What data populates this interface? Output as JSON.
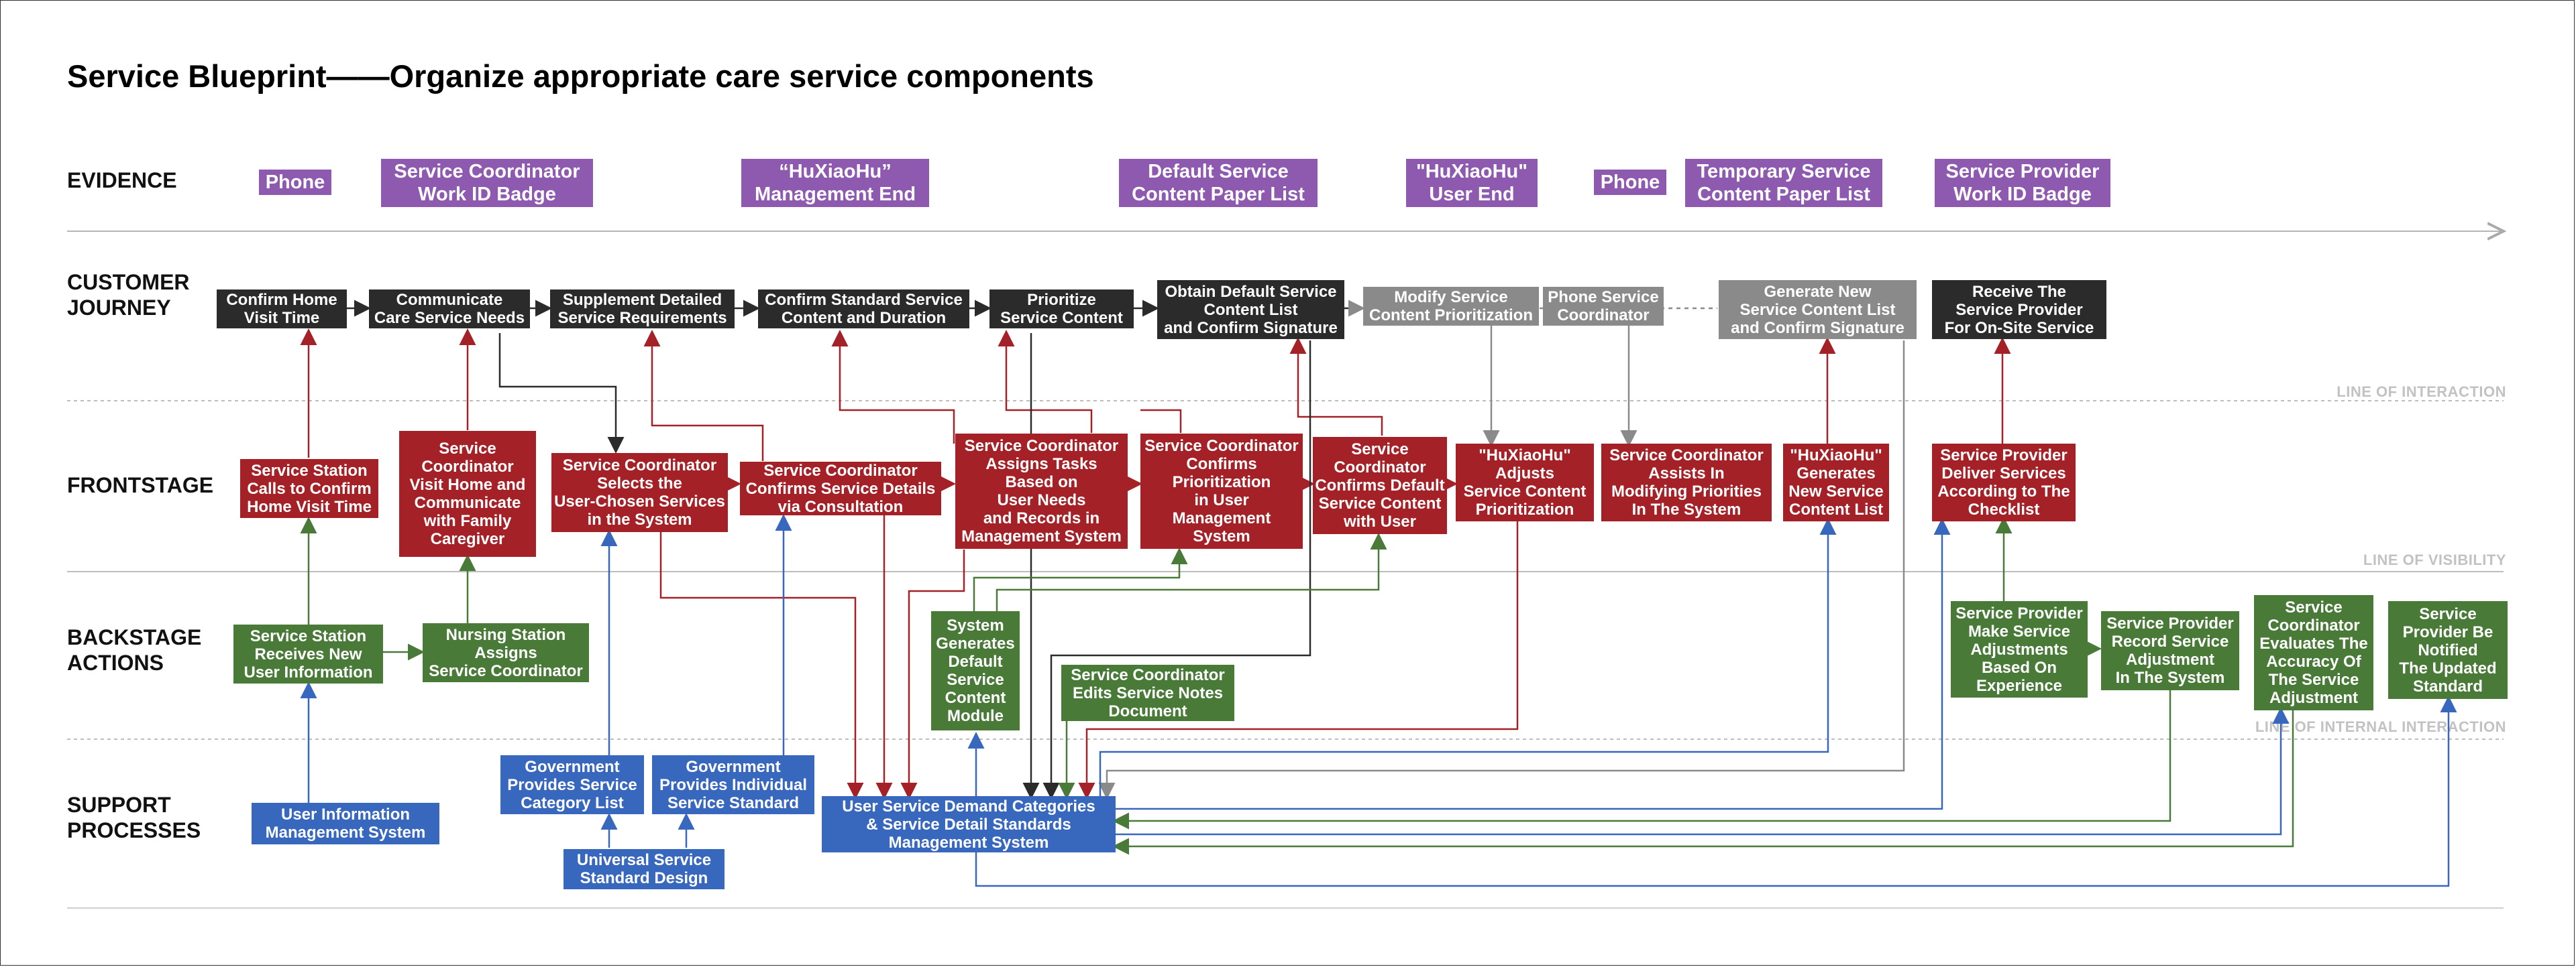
{
  "title": "Service Blueprint——Organize appropriate care service components",
  "lanes": {
    "evidence": "EVIDENCE",
    "customer_journey": "CUSTOMER\nJOURNEY",
    "frontstage": "FRONTSTAGE",
    "backstage": "BACKSTAGE\nACTIONS",
    "support": "SUPPORT\nPROCESSES"
  },
  "lines": {
    "interaction": "LINE OF INTERACTION",
    "visibility": "LINE OF VISIBILITY",
    "internal": "LINE OF INTERNAL INTERACTION"
  },
  "colors": {
    "evidence": "#8d5ab0",
    "journey": "#2b2b2b",
    "journey_gray": "#8a8a8a",
    "frontstage": "#a32127",
    "backstage": "#4a7a38",
    "support": "#3867be"
  },
  "evidence": [
    "Phone",
    "Service Coordinator\nWork ID Badge",
    "“HuXiaoHu”\nManagement End",
    "Default Service\nContent Paper List",
    "\"HuXiaoHu\"\nUser End",
    "Phone",
    "Temporary Service\nContent Paper List",
    "Service Provider\nWork ID Badge"
  ],
  "journey": [
    "Confirm Home\nVisit Time",
    "Communicate\nCare Service Needs",
    "Supplement Detailed\nService Requirements",
    "Confirm Standard Service\nContent and Duration",
    "Prioritize\nService Content",
    "Obtain Default Service\nContent List\nand Confirm Signature",
    "Modify Service\nContent Prioritization",
    "Phone Service\nCoordinator",
    "Generate New\nService Content List\nand Confirm Signature",
    "Receive The\nService Provider\nFor On-Site Service"
  ],
  "frontstage": [
    "Service Station\nCalls to Confirm\nHome Visit Time",
    "Service\nCoordinator\nVisit Home and\nCommunicate\nwith Family\nCaregiver",
    "Service Coordinator\nSelects the\nUser-Chosen Services\nin the System",
    "Service Coordinator\nConfirms Service Details\nvia Consultation",
    "Service Coordinator\nAssigns Tasks\nBased on\nUser Needs\nand Records in\nManagement System",
    "Service Coordinator\nConfirms\nPrioritization\nin User\nManagement\nSystem",
    "Service\nCoordinator\nConfirms Default\nService Content\nwith User",
    "\"HuXiaoHu\"\nAdjusts\nService Content\nPrioritization",
    "Service Coordinator\nAssists In\nModifying Priorities\nIn The System",
    "\"HuXiaoHu\"\nGenerates\nNew Service\nContent List",
    "Service Provider\nDeliver Services\nAccording to The\nChecklist"
  ],
  "backstage": [
    "Service Station\nReceives New\nUser Information",
    "Nursing Station\nAssigns\nService Coordinator",
    "System\nGenerates\nDefault\nService\nContent\nModule",
    "Service Coordinator\nEdits Service Notes\nDocument",
    "Service Provider\nMake Service\nAdjustments\nBased On\nExperience",
    "Service Provider\nRecord Service\nAdjustment\nIn The System",
    "Service\nCoordinator\nEvaluates The\nAccuracy Of\nThe Service\nAdjustment",
    "Service\nProvider Be\nNotified\nThe Updated\nStandard"
  ],
  "support": [
    "User Information\nManagement System",
    "Government\nProvides Service\nCategory List",
    "Government\nProvides Individual\nService Standard",
    "Universal Service\nStandard Design",
    "User Service Demand Categories\n& Service Detail Standards\nManagement System"
  ]
}
